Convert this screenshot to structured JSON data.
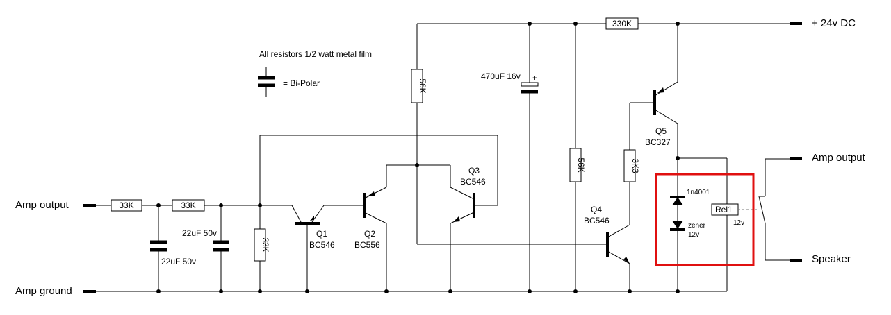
{
  "terminals": {
    "amp_output_left": "Amp output",
    "amp_ground": "Amp ground",
    "supply": "+ 24v DC",
    "amp_output_right": "Amp output",
    "speaker": "Speaker"
  },
  "notes": {
    "resistors": "All resistors 1/2 watt metal film",
    "bipolar": "= Bi-Polar"
  },
  "resistors": {
    "r_in1": "33K",
    "r_in2": "33K",
    "r_shunt": "33K",
    "r_56k_a": "56K",
    "r_56k_b": "56K",
    "r_3k3": "3K3",
    "r_330k": "330K"
  },
  "capacitors": {
    "c1": "22uF 50v",
    "c2": "22uF 50v",
    "c3": "470uF 16v",
    "c3_polarity": "+"
  },
  "transistors": {
    "q1_name": "Q1",
    "q1_type": "BC546",
    "q2_name": "Q2",
    "q2_type": "BC556",
    "q3_name": "Q3",
    "q3_type": "BC546",
    "q4_name": "Q4",
    "q4_type": "BC546",
    "q5_name": "Q5",
    "q5_type": "BC327"
  },
  "diodes": {
    "d1": "1n4001",
    "zener": "zener",
    "zener_rating": "12v"
  },
  "relay": {
    "name": "Rel1",
    "rating": "12v"
  },
  "highlight_color": "#e01010"
}
